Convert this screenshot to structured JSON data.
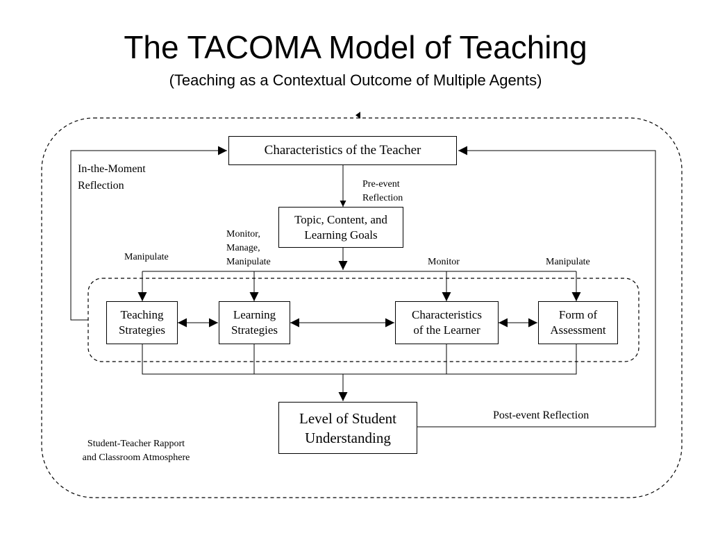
{
  "title": "The TACOMA Model of Teaching",
  "subtitle": "(Teaching as a Contextual Outcome of Multiple Agents)",
  "boxes": {
    "teacher": "Characteristics of the Teacher",
    "topic": "Topic, Content, and\nLearning Goals",
    "teaching_strategies": "Teaching\nStrategies",
    "learning_strategies": "Learning\nStrategies",
    "learner": "Characteristics\nof the Learner",
    "assessment": "Form of\nAssessment",
    "understanding": "Level of Student\nUnderstanding"
  },
  "labels": {
    "in_the_moment": "In-the-Moment\nReflection",
    "pre_event": "Pre-event\nReflection",
    "monitor_manage": "Monitor,\nManage,\nManipulate",
    "manipulate_left": "Manipulate",
    "monitor": "Monitor",
    "manipulate_right": "Manipulate",
    "post_event": "Post-event Reflection",
    "rapport": "Student-Teacher Rapport\nand Classroom Atmosphere"
  }
}
